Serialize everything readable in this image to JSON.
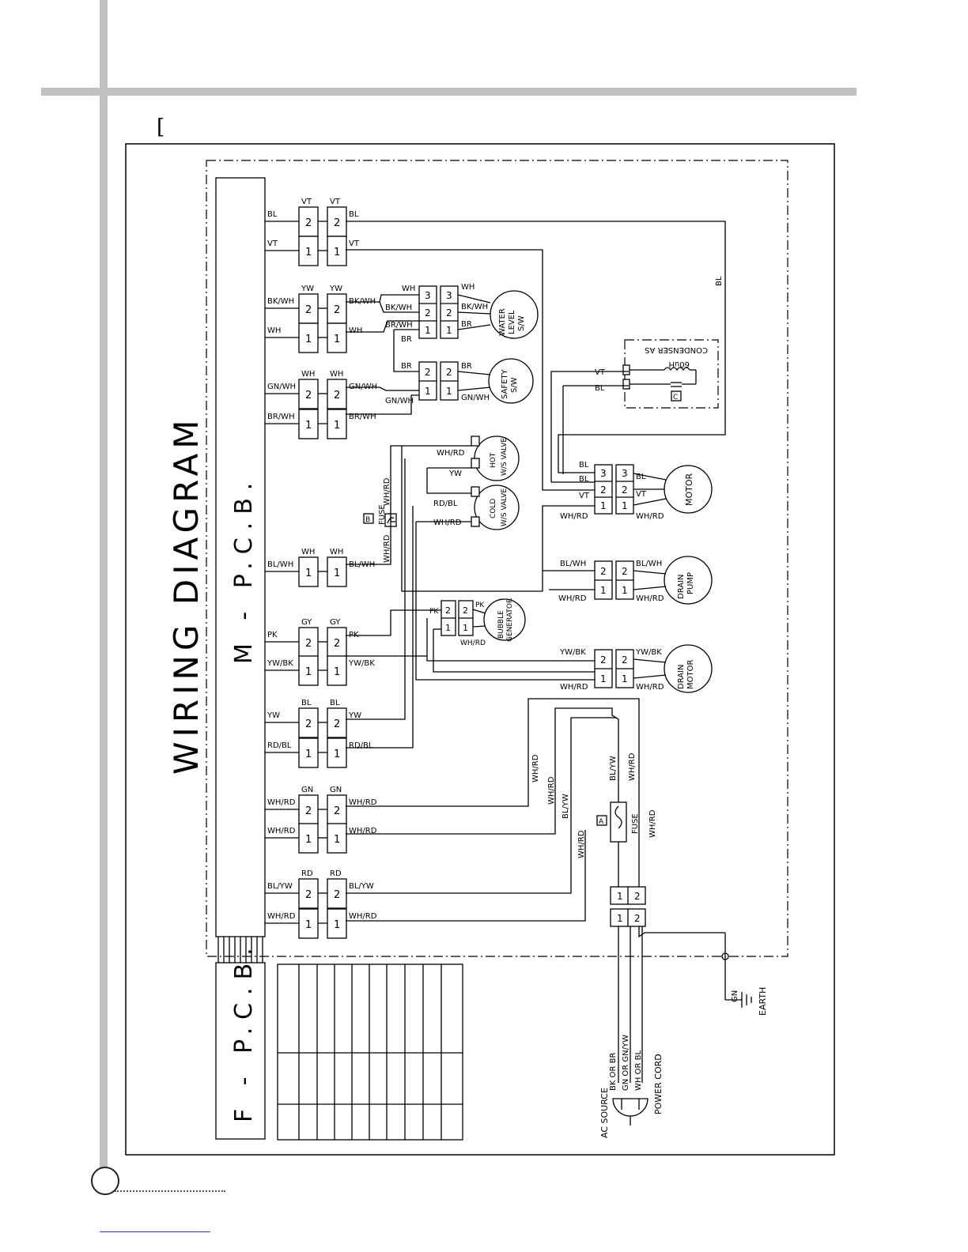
{
  "page": {
    "bracket": "["
  },
  "diagram": {
    "title": "WIRING DIAGRAM",
    "main_pcb": "M - P.C.B.",
    "front_pcb": "F - P.C.B.",
    "pcb_connectors": [
      {
        "pins": [
          "2",
          "1"
        ],
        "inner": [
          "BL",
          "VT"
        ],
        "outer": [
          "BL",
          "VT"
        ],
        "top": [
          "VT",
          "VT"
        ]
      },
      {
        "pins": [
          "2",
          "1"
        ],
        "inner": [
          "BK/WH",
          "WH"
        ],
        "outer": [
          "BK/WH",
          "WH"
        ],
        "top": [
          "YW",
          "YW"
        ]
      },
      {
        "pins": [
          "2",
          "1"
        ],
        "inner": [
          "GN/WH",
          "BR/WH"
        ],
        "outer": [
          "GN/WH",
          "BR/WH"
        ],
        "top": [
          "WH",
          "WH"
        ]
      },
      {
        "pins": [
          "1"
        ],
        "inner": [
          "BL/WH"
        ],
        "outer": [
          "BL/WH"
        ],
        "top": [
          "WH",
          "WH"
        ]
      },
      {
        "pins": [
          "2",
          "1"
        ],
        "inner": [
          "PK",
          "YW/BK"
        ],
        "outer": [
          "PK",
          "YW/BK"
        ],
        "top": [
          "GY",
          "GY"
        ]
      },
      {
        "pins": [
          "2",
          "1"
        ],
        "inner": [
          "YW",
          "RD/BL"
        ],
        "outer": [
          "YW",
          "RD/BL"
        ],
        "top": [
          "BL",
          "BL"
        ]
      },
      {
        "pins": [
          "2",
          "1"
        ],
        "inner": [
          "WH/RD",
          "WH/RD"
        ],
        "outer": [
          "WH/RD",
          "WH/RD"
        ],
        "top": [
          "GN",
          "GN"
        ]
      },
      {
        "pins": [
          "2",
          "1"
        ],
        "inner": [
          "BL/YW",
          "WH/RD"
        ],
        "outer": [
          "BL/YW",
          "WH/RD"
        ],
        "top": [
          "RD",
          "RD"
        ]
      }
    ],
    "components": {
      "water_level": {
        "label": [
          "WATER",
          "LEVEL",
          "S/W"
        ],
        "pins": [
          "3",
          "2",
          "1"
        ],
        "wires": [
          "WH",
          "BK/WH",
          "BR"
        ],
        "left_wires": [
          "WH",
          "BK/WH",
          "BR/WH"
        ],
        "left_extra": "BR"
      },
      "safety": {
        "label": [
          "SAFETY",
          "S/W"
        ],
        "pins": [
          "2",
          "1"
        ],
        "wires": [
          "BR",
          "GN/WH"
        ],
        "left_wires": [
          "BR",
          "GN/WH"
        ]
      },
      "condenser": {
        "label": "CONDENSER AS",
        "value": "60uH",
        "cap": "C",
        "wires": [
          "VT",
          "BL"
        ]
      },
      "hot_valve": {
        "label": [
          "HOT",
          "W/S VALVE"
        ],
        "wires": [
          "WH/RD",
          "YW"
        ]
      },
      "cold_valve": {
        "label": [
          "COLD",
          "W/S VALVE"
        ],
        "wires": [
          "RD/BL",
          "WH/RD"
        ]
      },
      "fuse_b": {
        "tag": "B",
        "label": "FUSE",
        "wires": [
          "WH/RD",
          "WH/RD"
        ]
      },
      "motor": {
        "label": "MOTOR",
        "pins": [
          "3",
          "2",
          "1"
        ],
        "wires": [
          "BL",
          "VT",
          "WH/RD"
        ],
        "left_wires": [
          "BL",
          "BL",
          "VT",
          "WH/RD"
        ]
      },
      "drain_pump": {
        "label": [
          "DRAIN",
          "PUMP"
        ],
        "pins": [
          "2",
          "1"
        ],
        "wires": [
          "BL/WH",
          "WH/RD"
        ],
        "left_wires": [
          "BL/WH",
          "WH/RD"
        ]
      },
      "bubble": {
        "label": [
          "BUBBLE",
          "GENERATOR"
        ],
        "pins": [
          "2",
          "1"
        ],
        "wires": [
          "PK",
          "WH/RD"
        ]
      },
      "drain_motor": {
        "label": [
          "DRAIN",
          "MOTOR"
        ],
        "pins": [
          "2",
          "1"
        ],
        "wires": [
          "YW/BK",
          "WH/RD"
        ],
        "left_wires": [
          "YW/BK",
          "WH/RD"
        ]
      },
      "fuse_a": {
        "tag": "A",
        "label": "FUSE"
      },
      "power_terminal": {
        "pins": [
          "1",
          "2"
        ]
      },
      "earth": {
        "wire": "GN",
        "label": "EARTH"
      },
      "power_cord": {
        "source": "AC SOURCE",
        "label": "POWER CORD",
        "wires": [
          "BK OR BR",
          "GN OR GN/YW",
          "WH OR BL"
        ]
      }
    },
    "supply_wires": [
      "WH/RD",
      "WH/RD",
      "BL/YW",
      "WH/RD",
      "BL/YW",
      "WH/RD",
      "WH/RD"
    ]
  }
}
